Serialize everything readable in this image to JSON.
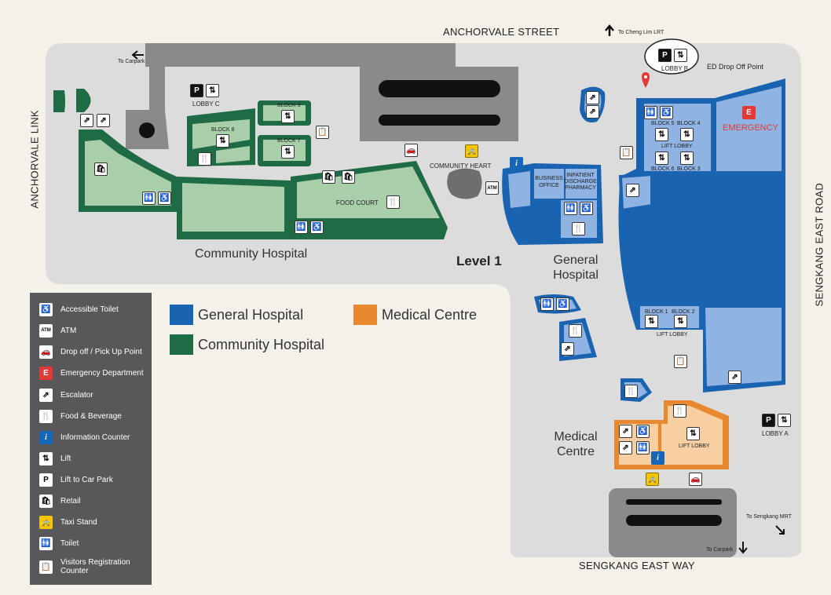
{
  "streets": {
    "north": "ANCHORVALE STREET",
    "west": "ANCHORVALE LINK",
    "east": "SENGKANG EAST ROAD",
    "south": "SENGKANG EAST WAY"
  },
  "directions": {
    "cheng_lim": "To Cheng Lim LRT",
    "carpark_nw": "To Carpark",
    "carpark_s": "To Carpark",
    "sengkang_mrt": "To Sengkang MRT"
  },
  "level": "Level 1",
  "areas": {
    "community_hospital": "Community Hospital",
    "general_hospital": "General Hospital",
    "medical_centre": "Medical Centre"
  },
  "labels": {
    "lobby_a": "LOBBY A",
    "lobby_b": "LOBBY B",
    "lobby_c": "LOBBY C",
    "ed_drop_off": "ED Drop Off Point",
    "emergency": "EMERGENCY",
    "community_heart": "COMMUNITY HEART",
    "food_court": "FOOD COURT",
    "business_office": "BUSINESS OFFICE",
    "inpatient_pharmacy": "INPATIENT DISCHARGE PHARMACY",
    "block_9": "BLOCK 9",
    "block_8": "BLOCK 8",
    "block_7": "BLOCK 7",
    "block_5": "BLOCK 5",
    "block_4": "BLOCK 4",
    "block_6": "BLOCK 6",
    "block_3": "BLOCK 3",
    "block_1": "BLOCK 1",
    "block_2": "BLOCK 2",
    "lift_lobby_top": "LIFT LOBBY",
    "lift_lobby_bottom": "LIFT LOBBY",
    "lift_lobby_mc": "LIFT LOBBY",
    "atm": "ATM"
  },
  "key": [
    {
      "name": "General Hospital",
      "color": "#1a63b0"
    },
    {
      "name": "Medical Centre",
      "color": "#e8892f"
    },
    {
      "name": "Community Hospital",
      "color": "#1e6b45"
    }
  ],
  "legend": [
    {
      "icon": "accessible-toilet-icon",
      "glyph": "♿",
      "label": "Accessible Toilet"
    },
    {
      "icon": "atm-icon",
      "glyph": "ATM",
      "label": "ATM"
    },
    {
      "icon": "drop-off-icon",
      "glyph": "🚗",
      "label": "Drop off / Pick Up Point"
    },
    {
      "icon": "emergency-icon",
      "glyph": "E",
      "label": "Emergency Department"
    },
    {
      "icon": "escalator-icon",
      "glyph": "⇗",
      "label": "Escalator"
    },
    {
      "icon": "food-icon",
      "glyph": "🍴",
      "label": "Food & Beverage"
    },
    {
      "icon": "info-icon",
      "glyph": "i",
      "label": "Information Counter"
    },
    {
      "icon": "lift-icon",
      "glyph": "⇅",
      "label": "Lift"
    },
    {
      "icon": "lift-car-park-icon",
      "glyph": "P",
      "label": "Lift to Car Park"
    },
    {
      "icon": "retail-icon",
      "glyph": "🛍",
      "label": "Retail"
    },
    {
      "icon": "taxi-icon",
      "glyph": "🚕",
      "label": "Taxi Stand"
    },
    {
      "icon": "toilet-icon",
      "glyph": "🚻",
      "label": "Toilet"
    },
    {
      "icon": "visitors-registration-icon",
      "glyph": "📋",
      "label": "Visitors Registration Counter"
    }
  ],
  "colors": {
    "general_hospital": "#1a63b0",
    "general_hospital_light": "#8fb3e2",
    "community_hospital": "#1e6b45",
    "community_hospital_light": "#a9ceaa",
    "medical_centre": "#e8892f",
    "medical_centre_light": "#f8cfa3",
    "road": "#8a8a8a",
    "ground": "#dcdcdc",
    "legend_bg": "#58585a",
    "emergency_red": "#e53935"
  }
}
